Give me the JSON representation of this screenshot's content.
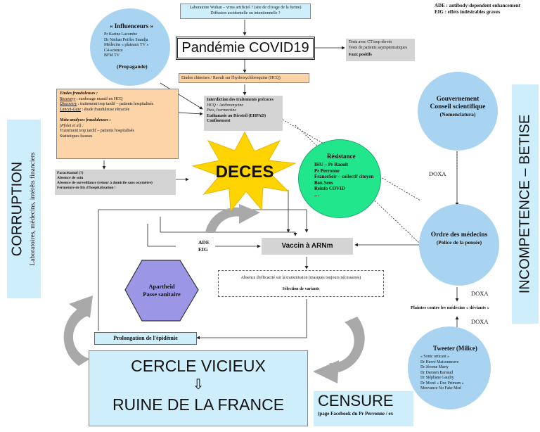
{
  "legend": {
    "ade": "ADE : antibody-dependent enhancement",
    "eig": "EIG : effets indésirables graves"
  },
  "origin": {
    "line1": "Laboratoire Wuhan – virus artificiel ? (site de clivage de la furine)",
    "line2": "Diffusion accidentelle ou intentionnelle ?"
  },
  "pandemic": {
    "title": "Pandémie COVID19"
  },
  "tests": {
    "line1": "Tests avec CT trop élevés",
    "line2": "Tests de patients asymptomatiques",
    "line3": "Faux positifs"
  },
  "influencers": {
    "title": "« Influenceurs »",
    "names": [
      "Pr Karine Lacombe",
      "Dr Nathan Peiffer Smadja",
      "Médecins « plateaux TV »",
      "C4-science",
      "BFM TV"
    ],
    "footer": "(Propagande)"
  },
  "studies_hcq": {
    "text": "Etudes chinoises / Raoult sur l'hydroxychloroquine (HCQ)"
  },
  "fraud": {
    "title": "Etudes frauduleuses :",
    "recovery_label": "Recovery",
    "recovery_text": " : surdosage massif en HCQ",
    "discovery_label": "Discovery",
    "discovery_text": " : traitement trop tardif – patients hospitalisés",
    "lancet_label": "Lancet-Gate",
    "lancet_text": " : étude frauduleuse rétractée",
    "meta_title": "Méta-analyses frauduleuses :",
    "meta_author": "(Pfolet et al) :",
    "meta_line1": "Traitement trop tardif – patients hospitalisés",
    "meta_line2": "Statistiques fausses"
  },
  "ban": {
    "title": "Interdiction des traitements précoces",
    "hcq": "HCQ : Azithromycine",
    "ivermectine": "Puis, Ivermectine",
    "euthanasie": "Euthanasie au Rivotril (EHPAD)",
    "confinement": "Confinement"
  },
  "government": {
    "title1": "Gouvernement",
    "title2": "Conseil scientifique",
    "sub": "(Nomenclatura)"
  },
  "incompetence": {
    "text": "INCOMPETENCE – BETISE"
  },
  "corruption": {
    "title": "CORRUPTION",
    "sub": "Laboratoires, médecins, intérêts financiers"
  },
  "deces": {
    "text": "DECES"
  },
  "resistance": {
    "title": "Résistance",
    "items": [
      "IHU – Pr Raoult",
      "Pr Perronne",
      "FranceSoir – collectif citoyen",
      "Bon Sens",
      "Reinfo COVID",
      "…"
    ]
  },
  "doxa": {
    "label1": "DOXA",
    "label2": "DOXA",
    "label3": "DOXA"
  },
  "paracetamol": {
    "line1": "Paracétamol (?)",
    "line2": "Absence de soin",
    "line3": "Absence de surveillance (retour à domicile sans oxymètre)",
    "line4": "Fermeture de lits d'hospitalisation !"
  },
  "ordre": {
    "title": "Ordre des médecins",
    "sub": "(Police de la pensée)"
  },
  "vaccine": {
    "label": "Vaccin à ARNm",
    "ade": "ADE",
    "eig": "EIG"
  },
  "absence": {
    "line1": "Absence d'efficacité sur la transmission (masques toujours nécessaires)",
    "line2": "Sélection de variants"
  },
  "apartheid": {
    "line1": "Apartheid",
    "line2": "Passe sanitaire"
  },
  "plaintes": {
    "text": "Plaintes contre les médecins « déviants »"
  },
  "prolongation": {
    "text": "Prolongation de l'épidémie"
  },
  "tweeter": {
    "title": "Tweeter (Milice)",
    "names": [
      "« Sonic urticant »",
      "Dr Hervé Maisonneuve",
      "Dr Jérome Marty",
      "Dr Damien Barraud",
      "Dr Stéphane Gaudry",
      "Dr Morel « Doc Primum »",
      "Mouvance No Fake Med"
    ]
  },
  "cercle": {
    "line1": "CERCLE VICIEUX",
    "arrow": "⇩",
    "line2": "RUINE DE LA FRANCE"
  },
  "censure": {
    "title": "CENSURE",
    "sub": "(page Facebook du Pr Perronne / ex"
  },
  "colors": {
    "circle_blue": "#a8d4f2",
    "light_blue": "#cfeefc",
    "orange": "#fdd3a8",
    "grey": "#d4d4d4",
    "green": "#22e68c",
    "purple": "#9b97e6",
    "yellow": "#ffd400"
  }
}
